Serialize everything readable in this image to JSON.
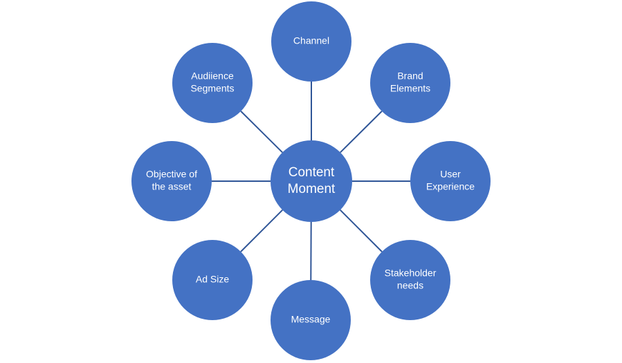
{
  "diagram": {
    "type": "hub-and-spoke",
    "colors": {
      "node_fill": "#4472C4",
      "connector": "#2F5597",
      "text": "#FFFFFF",
      "background": "#FFFFFF"
    },
    "center": {
      "id": "content-moment",
      "lines": [
        "Content",
        "Moment"
      ]
    },
    "nodes": [
      {
        "id": "channel",
        "lines": [
          "Channel"
        ]
      },
      {
        "id": "brand-elements",
        "lines": [
          "Brand",
          "Elements"
        ]
      },
      {
        "id": "user-experience",
        "lines": [
          "User",
          "Experience"
        ]
      },
      {
        "id": "stakeholder-needs",
        "lines": [
          "Stakeholder",
          "needs"
        ]
      },
      {
        "id": "message",
        "lines": [
          "Message"
        ]
      },
      {
        "id": "ad-size",
        "lines": [
          "Ad Size"
        ]
      },
      {
        "id": "objective-of-the-asset",
        "lines": [
          "Objective of",
          "the asset"
        ]
      },
      {
        "id": "audience-segments",
        "lines": [
          "Audiience",
          "Segments"
        ]
      }
    ]
  }
}
